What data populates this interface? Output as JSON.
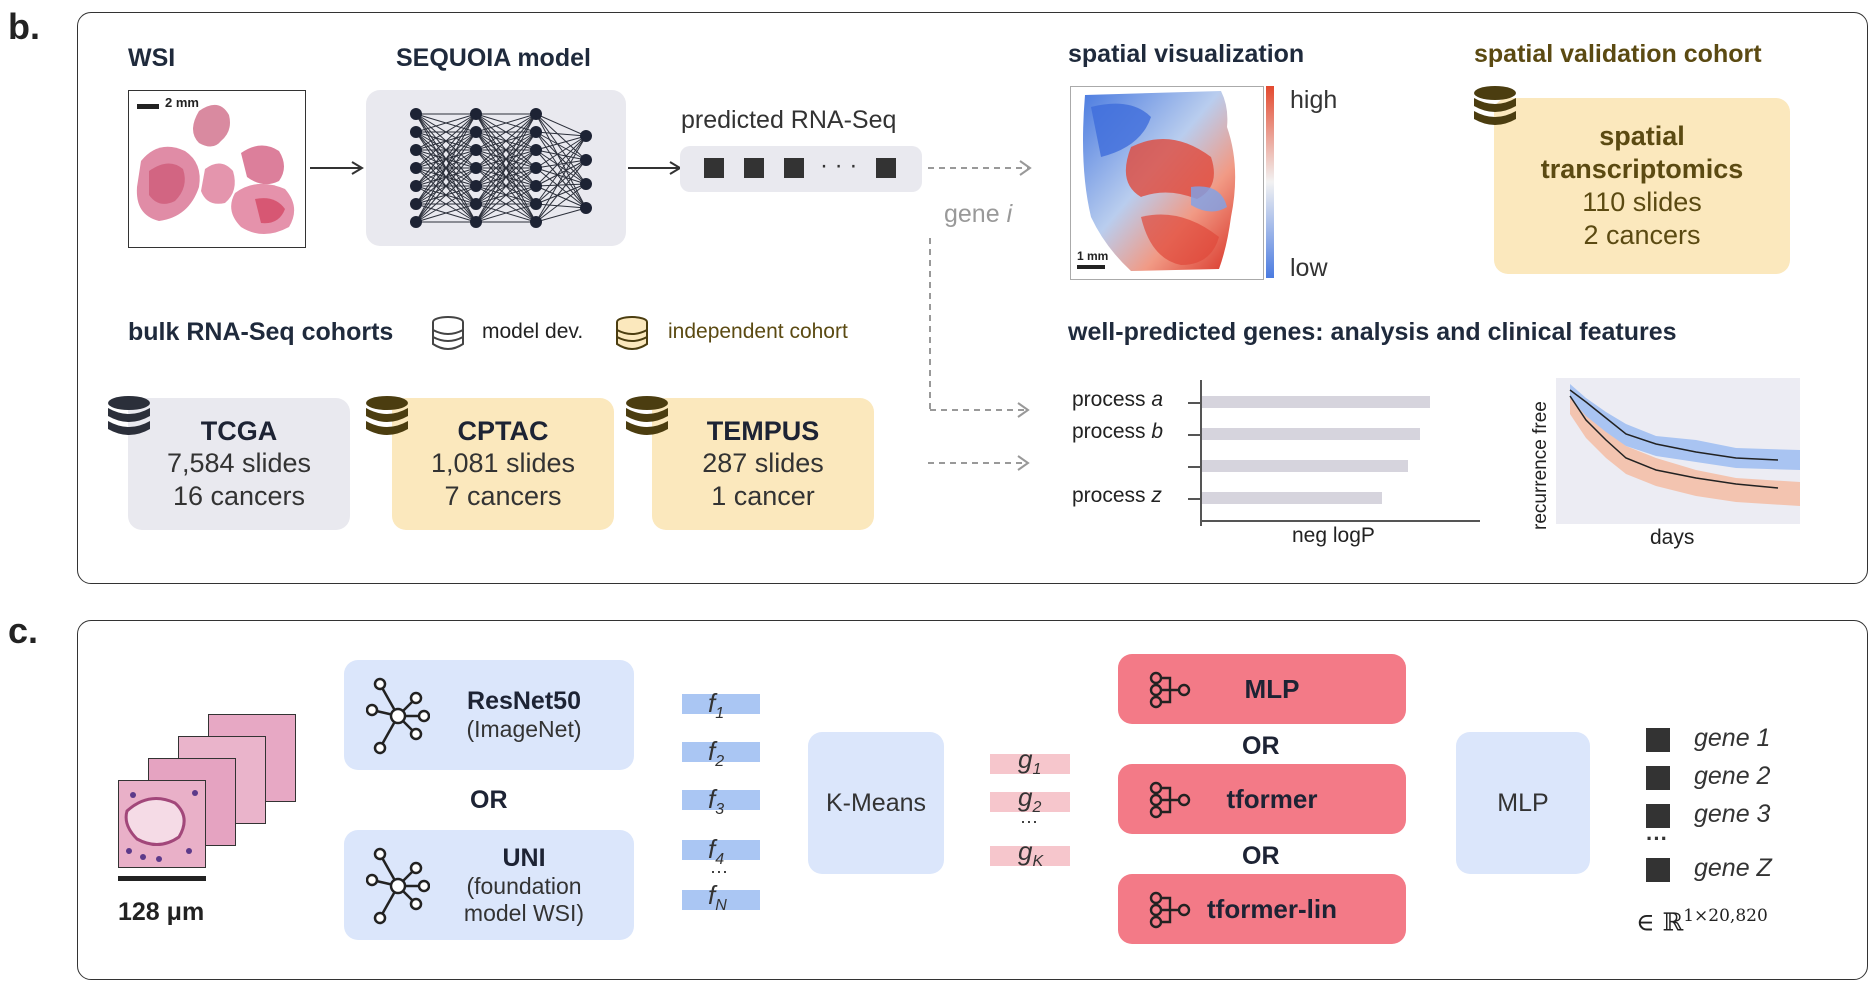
{
  "panel_b": {
    "label": "b.",
    "wsi": {
      "title": "WSI",
      "scale": "2 mm"
    },
    "model": {
      "title": "SEQUOIA model"
    },
    "predicted": {
      "label": "predicted RNA-Seq",
      "ellipsis": "· · ·"
    },
    "gene_label": "gene",
    "gene_var": "i",
    "spatial_vis": {
      "title": "spatial visualization",
      "high": "high",
      "low": "low",
      "scale": "1 mm"
    },
    "validation": {
      "title": "spatial validation cohort",
      "line1": "spatial",
      "line2": "transcriptomics",
      "line3": "110 slides",
      "line4": "2 cancers"
    },
    "bulk": {
      "title": "bulk RNA-Seq cohorts",
      "legend_dev": "model dev.",
      "legend_indep": "independent cohort"
    },
    "cohorts": [
      {
        "name": "TCGA",
        "slides": "7,584 slides",
        "cancers": "16 cancers"
      },
      {
        "name": "CPTAC",
        "slides": "1,081 slides",
        "cancers": "7 cancers"
      },
      {
        "name": "TEMPUS",
        "slides": "287 slides",
        "cancers": "1 cancer"
      }
    ],
    "well_predicted": {
      "title": "well-predicted genes: analysis and clinical features"
    },
    "bar_chart": {
      "labels": [
        {
          "prefix": "process ",
          "var": "a"
        },
        {
          "prefix": "process ",
          "var": "b"
        },
        {
          "prefix": "",
          "var": ""
        },
        {
          "prefix": "process ",
          "var": "z"
        }
      ],
      "xlabel": "neg logP"
    },
    "survival": {
      "ylabel": "recurrence free",
      "xlabel": "days"
    }
  },
  "panel_c": {
    "label": "c.",
    "patch_scale": "128 μm",
    "resnet": {
      "title": "ResNet50",
      "sub": "(ImageNet)"
    },
    "or": "OR",
    "uni": {
      "title": "UNI",
      "sub1": "(foundation",
      "sub2": "model WSI)"
    },
    "features": [
      {
        "base": "f",
        "sub": "1"
      },
      {
        "base": "f",
        "sub": "2"
      },
      {
        "base": "f",
        "sub": "3"
      },
      {
        "base": "f",
        "sub": "4"
      },
      {
        "base": "f",
        "sub": "N"
      }
    ],
    "kmeans": "K-Means",
    "clusters": [
      {
        "base": "g",
        "sub": "1"
      },
      {
        "base": "g",
        "sub": "2"
      },
      {
        "base": "g",
        "sub": "K"
      }
    ],
    "ellipsis_v": "⋯",
    "heads": [
      "MLP",
      "tformer",
      "tformer-lin"
    ],
    "mlp": "MLP",
    "genes": [
      "gene 1",
      "gene 2",
      "gene 3",
      "gene Z"
    ],
    "dots": "···",
    "output_space": {
      "prefix": "∈ ℝ",
      "sup": "1×20,820"
    }
  },
  "colors": {
    "gray_box": "#e9e9ef",
    "yellow_box": "#fbe8bd",
    "light_blue": "#dbe6fb",
    "pink_head": "#f37a87",
    "dark_db": "#2b2f3a",
    "gold_db": "#4b3d10"
  }
}
